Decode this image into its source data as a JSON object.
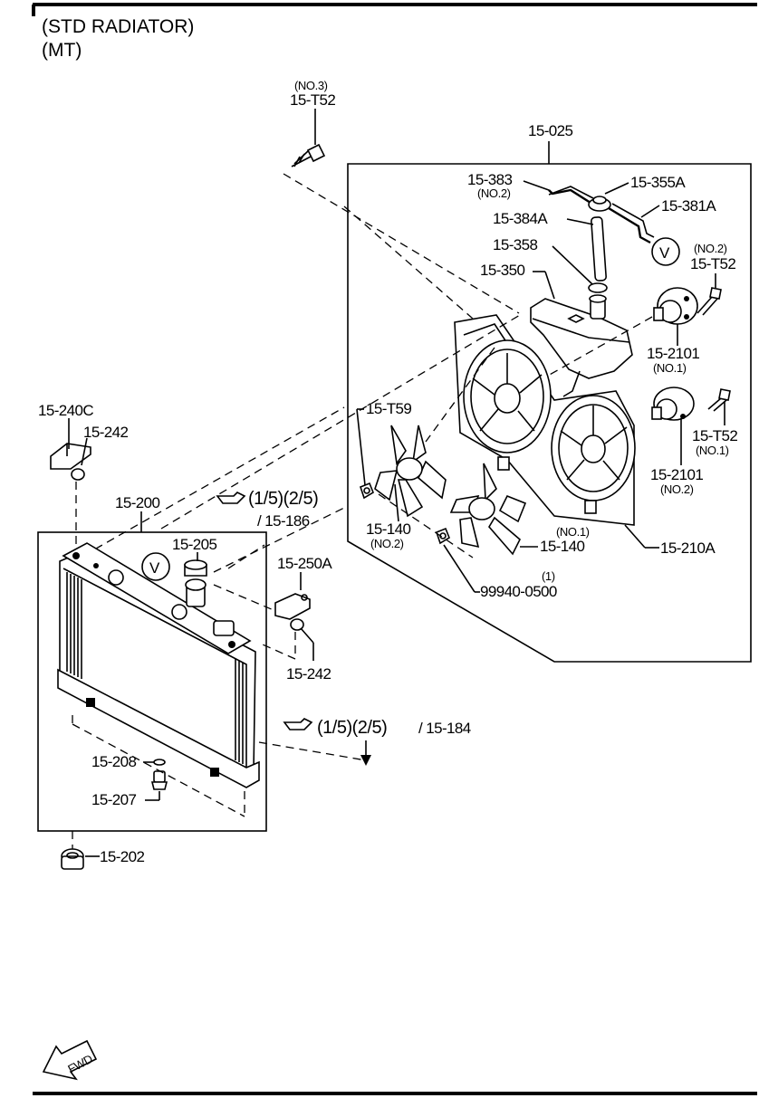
{
  "title": {
    "line1": "(STD RADIATOR)",
    "line2": "(MT)"
  },
  "callouts": {
    "no3_t52": {
      "sub": "(NO.3)",
      "part": "15-T52"
    },
    "p025": "15-025",
    "p383": {
      "part": "15-383",
      "sub": "(NO.2)"
    },
    "p355a": "15-355A",
    "p381a": "15-381A",
    "p384a": "15-384A",
    "p358": "15-358",
    "p350": "15-350",
    "no2_t52": {
      "sub": "(NO.2)",
      "part": "15-T52"
    },
    "v_mark": "V",
    "p2101_1": {
      "part": "15-2101",
      "sub": "(NO.1)"
    },
    "p2101_2": {
      "part": "15-2101",
      "sub": "(NO.2)"
    },
    "no1_t52": {
      "part": "15-T52",
      "sub": "(NO.1)"
    },
    "p_t59": "15-T59",
    "p240c": "15-240C",
    "p242a": "15-242",
    "p200": "15-200",
    "ref186": {
      "fig": "(1/5)(2/5)",
      "part": "/ 15-186"
    },
    "p140_2": {
      "part": "15-140",
      "sub": "(NO.2)"
    },
    "p140_1": {
      "sub": "(NO.1)",
      "part": "15-140"
    },
    "p210a": "15-210A",
    "p205": "15-205",
    "p250a": "15-250A",
    "p99940": {
      "sub": "(1)",
      "part": "99940-0500"
    },
    "p242b": "15-242",
    "ref184": {
      "fig": "(1/5)(2/5)",
      "part": "/ 15-184"
    },
    "p208": "15-208",
    "p207": "15-207",
    "p202": "15-202",
    "fwd": "FWD"
  }
}
